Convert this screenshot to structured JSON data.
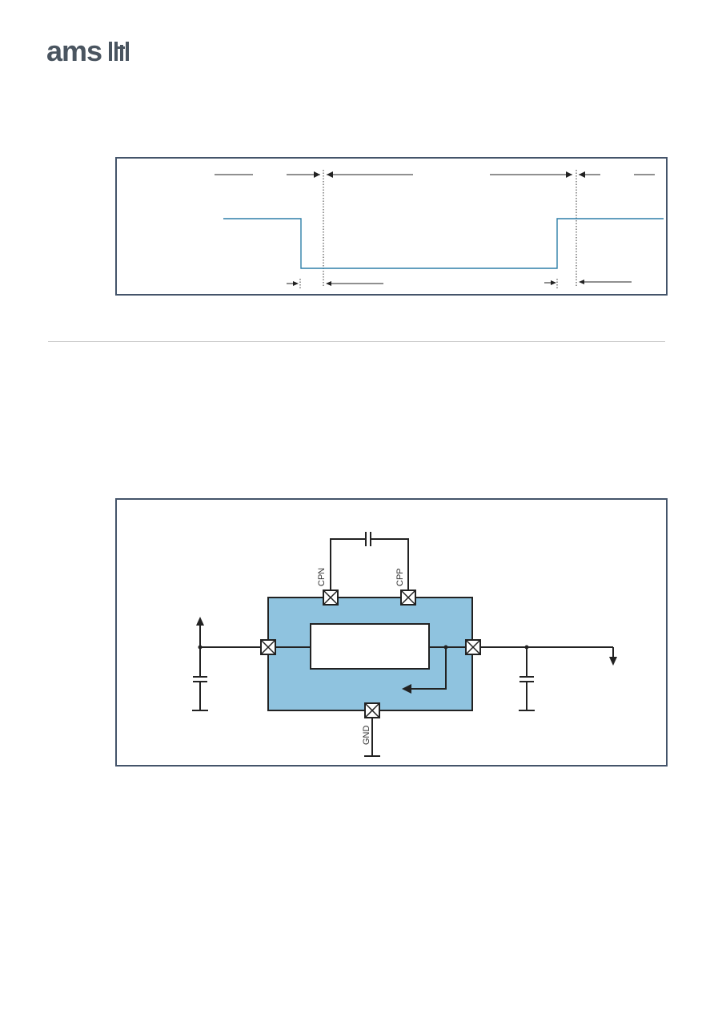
{
  "brand": {
    "logo_text": "ams",
    "color": "#4a5560"
  },
  "timing_diagram": {
    "waveform_color": "#2e7fa8",
    "frame_color": "#44546a"
  },
  "schematic": {
    "chip_fill": "#8fc3df",
    "wire_color": "#222222",
    "pins": {
      "cpn": "CPN",
      "cpp": "CPP",
      "gnd": "GND"
    }
  }
}
